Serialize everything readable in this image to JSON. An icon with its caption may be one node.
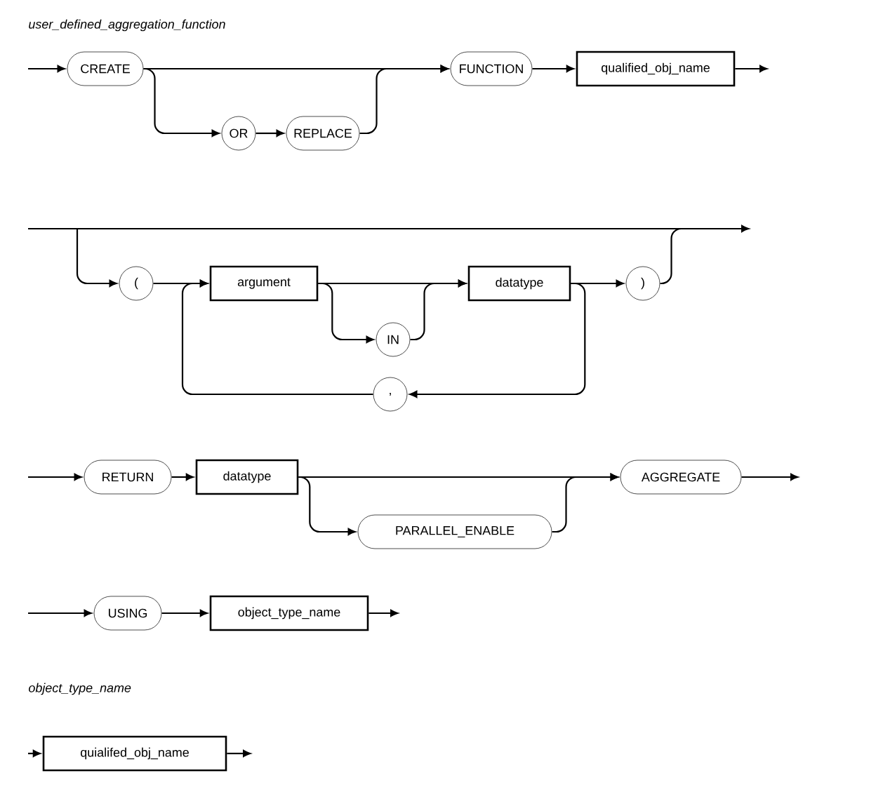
{
  "diagram": {
    "nodes": [
      {
        "text": [
          "CREATE"
        ]
      },
      {
        "text": [
          "OR"
        ]
      },
      {
        "text": [
          "REPLACE"
        ]
      },
      {
        "text": [
          "FUNCTION"
        ]
      },
      {
        "text": [
          "qualified_obj_name"
        ]
      },
      {
        "text": [
          "("
        ]
      },
      {
        "text": [
          "argument"
        ]
      },
      {
        "text": [
          "IN"
        ]
      },
      {
        "text": [
          "datatype"
        ]
      },
      {
        "text": [
          ")"
        ]
      },
      {
        "text": [
          ","
        ]
      },
      {
        "text": [
          "RETURN"
        ]
      },
      {
        "text": [
          "datatype"
        ]
      },
      {
        "text": [
          "PARALLEL_ENABLE"
        ]
      },
      {
        "text": [
          "AGGREGATE"
        ]
      },
      {
        "text": [
          "USING"
        ]
      },
      {
        "text": [
          "object_type_name"
        ]
      },
      {
        "text": [
          "quialifed_obj_name"
        ]
      }
    ],
    "edges": [
      {
        "from": null,
        "to": 0,
        "arrow": "to"
      },
      {
        "from": 0,
        "to": 3,
        "arrow": "to"
      },
      {
        "from": 0,
        "to": 1,
        "arrow": "to"
      },
      {
        "from": 1,
        "to": 2,
        "arrow": "to"
      },
      {
        "from": 2,
        "to": 3,
        "arrow": "to"
      },
      {
        "from": 3,
        "to": 4,
        "arrow": "to"
      },
      {
        "from": 4,
        "to": null,
        "arrow": "to"
      },
      {
        "from": null,
        "to": 5,
        "arrow": "to"
      },
      {
        "from": 5,
        "to": 6,
        "arrow": "to"
      },
      {
        "from": 6,
        "to": 8,
        "arrow": "to"
      },
      {
        "from": 6,
        "to": 7,
        "arrow": "to"
      },
      {
        "from": 7,
        "to": 8,
        "arrow": "to"
      },
      {
        "from": 8,
        "to": 9,
        "arrow": "to"
      },
      {
        "from": 9,
        "to": null,
        "arrow": "none"
      },
      {
        "from": 8,
        "to": 10,
        "arrow": "to"
      },
      {
        "from": 10,
        "to": 6,
        "arrow": "to"
      },
      {
        "from": null,
        "to": 11,
        "arrow": "to"
      },
      {
        "from": 11,
        "to": 12,
        "arrow": "to"
      },
      {
        "from": 12,
        "to": 14,
        "arrow": "to"
      },
      {
        "from": 12,
        "to": 13,
        "arrow": "to"
      },
      {
        "from": 13,
        "to": 14,
        "arrow": "to"
      },
      {
        "from": 14,
        "to": null,
        "arrow": "to"
      },
      {
        "from": null,
        "to": 15,
        "arrow": "to"
      },
      {
        "from": 15,
        "to": 16,
        "arrow": "to"
      },
      {
        "from": 16,
        "to": null,
        "arrow": "to"
      },
      {
        "from": null,
        "to": 17,
        "arrow": "to"
      },
      {
        "from": 17,
        "to": null,
        "arrow": "to"
      }
    ],
    "labels": [
      "user_defined_aggregation_function",
      "object_type_name"
    ]
  }
}
